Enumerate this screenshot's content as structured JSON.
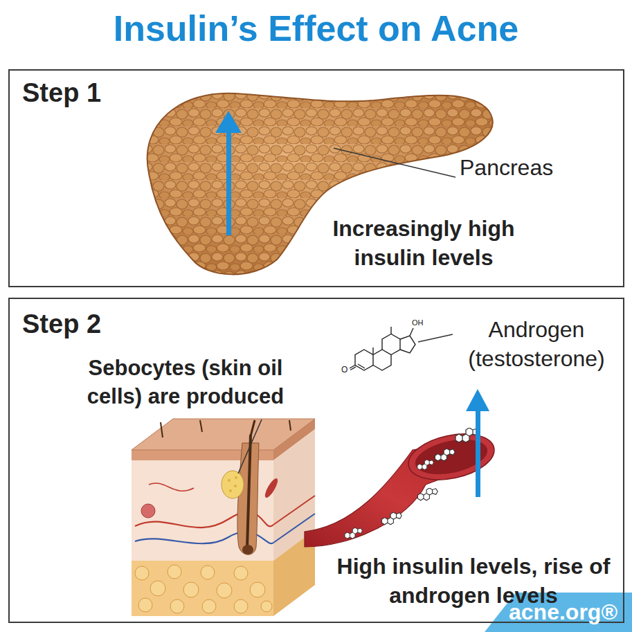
{
  "diagram": {
    "title": "Insulin’s Effect on Acne",
    "nodes": [
      {
        "text": [
          "Step 1",
          "Increasingly high insulin levels"
        ]
      },
      {
        "text": [
          "Step 2",
          "Sebocytes (skin oil cells) are produced",
          "High insulin levels, rise of androgen levels"
        ]
      }
    ],
    "labels": [
      "Pancreas",
      "Androgen (testosterone)",
      "OH",
      "O",
      "acne.org®"
    ]
  }
}
